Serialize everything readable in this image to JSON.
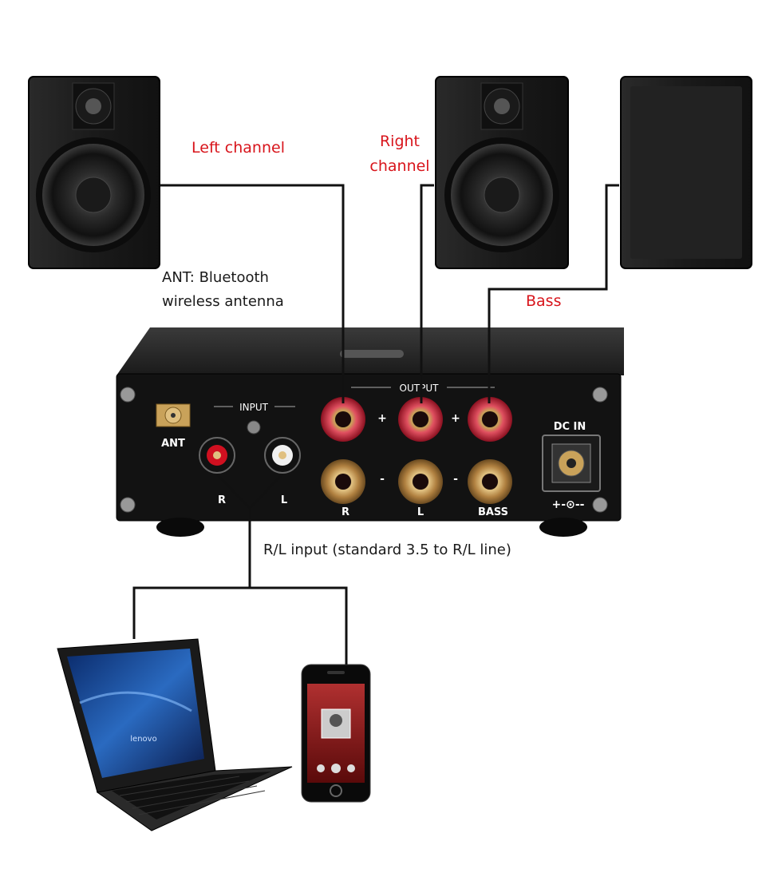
{
  "labels": {
    "left_channel": "Left channel",
    "right_channel_line1": "Right",
    "right_channel_line2": "channel",
    "bass": "Bass",
    "ant_line1": "ANT: Bluetooth",
    "ant_line2": "wireless antenna",
    "rl_input": "R/L input (standard 3.5 to R/L line)"
  },
  "amp_panel": {
    "input": "INPUT",
    "output": "OUTPUT",
    "ant": "ANT",
    "r": "R",
    "l": "L",
    "bass": "BASS",
    "dc_in": "DC IN",
    "plus": "+",
    "minus": "-",
    "polarity": "+-⊙--"
  },
  "devices": {
    "laptop_brand": "lenovo"
  },
  "colors": {
    "label_red": "#d8141b",
    "wire": "#111111",
    "speaker_body": "#1c1c1c",
    "amp_body": "#151515",
    "terminal_red": "#c8283a",
    "terminal_gold": "#c9a25a"
  }
}
